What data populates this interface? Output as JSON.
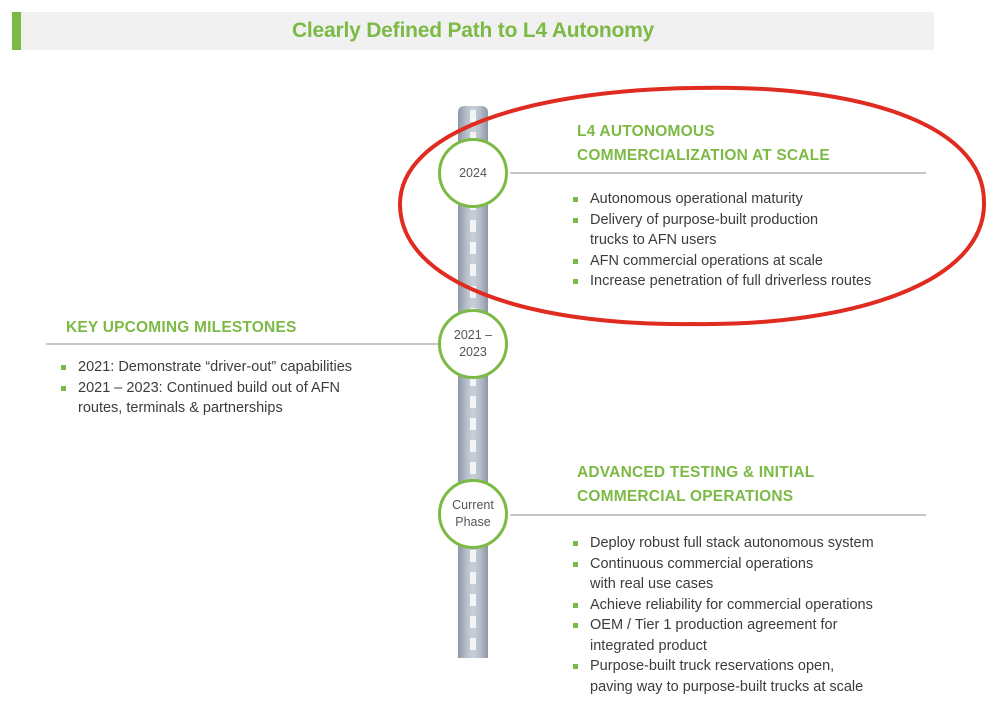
{
  "title": "Clearly Defined Path to L4 Autonomy",
  "milestones": [
    {
      "id": "2024",
      "lines": [
        "2024"
      ]
    },
    {
      "id": "2021-2023",
      "lines": [
        "2021 –",
        "2023"
      ]
    },
    {
      "id": "current",
      "lines": [
        "Current",
        "Phase"
      ]
    }
  ],
  "sections": {
    "l4": {
      "title_lines": [
        "L4 AUTONOMOUS",
        "COMMERCIALIZATION AT SCALE"
      ],
      "bullets": [
        [
          "Autonomous operational maturity"
        ],
        [
          "Delivery of purpose-built production",
          "trucks to AFN users"
        ],
        [
          "AFN commercial operations at scale"
        ],
        [
          "Increase penetration of full driverless routes"
        ]
      ]
    },
    "milestones": {
      "title_lines": [
        "KEY UPCOMING MILESTONES"
      ],
      "bullets": [
        [
          "2021: Demonstrate “driver-out” capabilities"
        ],
        [
          "2021 – 2023: Continued build out of AFN",
          "routes, terminals & partnerships"
        ]
      ]
    },
    "advanced": {
      "title_lines": [
        "ADVANCED TESTING & INITIAL",
        "COMMERCIAL OPERATIONS"
      ],
      "bullets": [
        [
          "Deploy robust full stack autonomous system"
        ],
        [
          "Continuous commercial operations",
          "with real use cases"
        ],
        [
          "Achieve reliability for commercial operations"
        ],
        [
          "OEM / Tier 1 production agreement for",
          "integrated product"
        ],
        [
          "Purpose-built truck reservations open,",
          "paving way to purpose-built trucks at scale"
        ]
      ]
    }
  },
  "colors": {
    "accent": "#7cba45",
    "highlight": "#e02b20",
    "road": "#b9c1cc",
    "text": "#3c3c3c"
  }
}
